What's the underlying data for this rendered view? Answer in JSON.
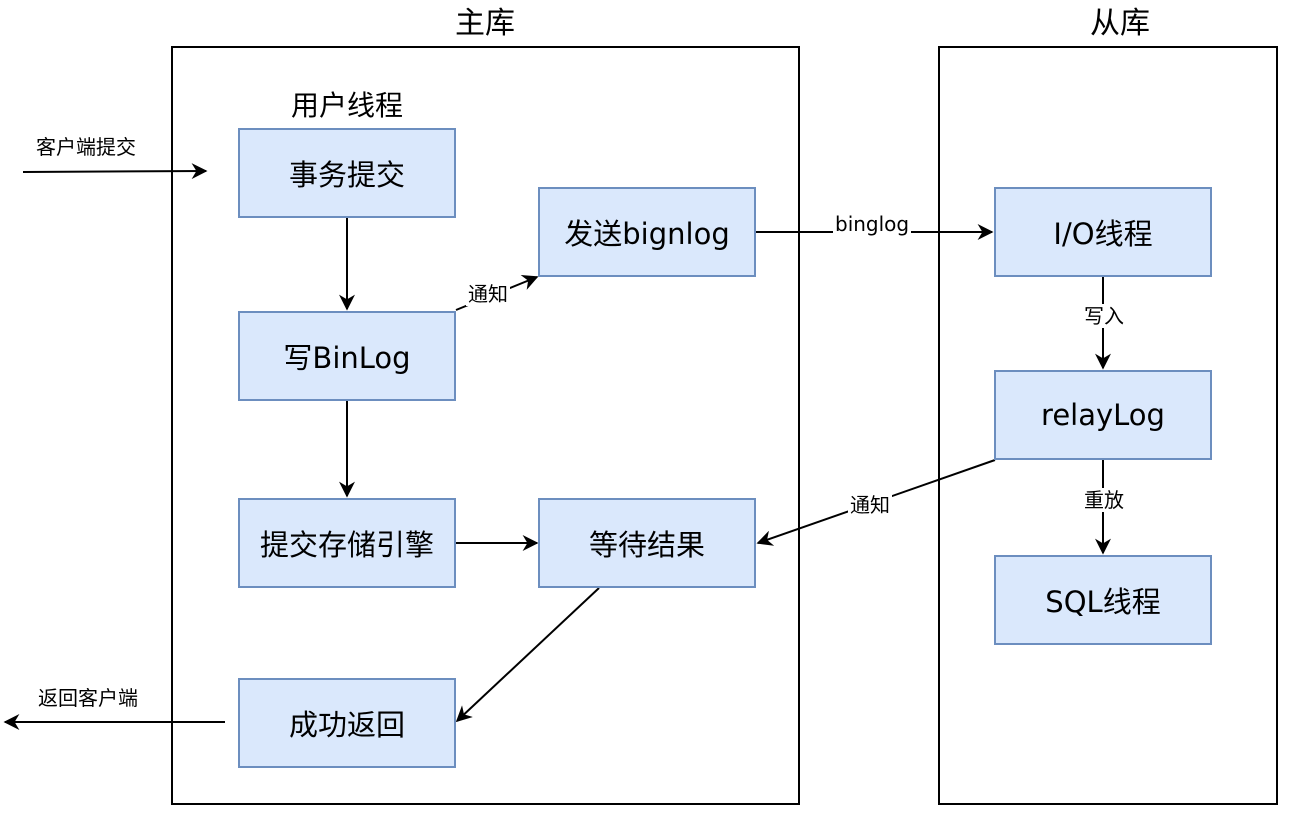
{
  "containers": {
    "master": {
      "title": "主库"
    },
    "slave": {
      "title": "从库"
    }
  },
  "user_thread_label": "用户线程",
  "nodes": {
    "commit_tx": "事务提交",
    "write_binlog": "写BinLog",
    "send_binlog": "发送bignlog",
    "commit_engine": "提交存储引擎",
    "wait_result": "等待结果",
    "return_success": "成功返回",
    "io_thread": "I/O线程",
    "relay_log": "relayLog",
    "sql_thread": "SQL线程"
  },
  "edge_labels": {
    "client_commit": "客户端提交",
    "return_client": "返回客户端",
    "notify_send": "通知",
    "binlog_transfer": "binglog",
    "write_in": "写入",
    "replay": "重放",
    "notify_wait": "通知"
  },
  "colors": {
    "node_fill": "#dae8fc",
    "node_border": "#6c8ebf",
    "line": "#000000"
  }
}
